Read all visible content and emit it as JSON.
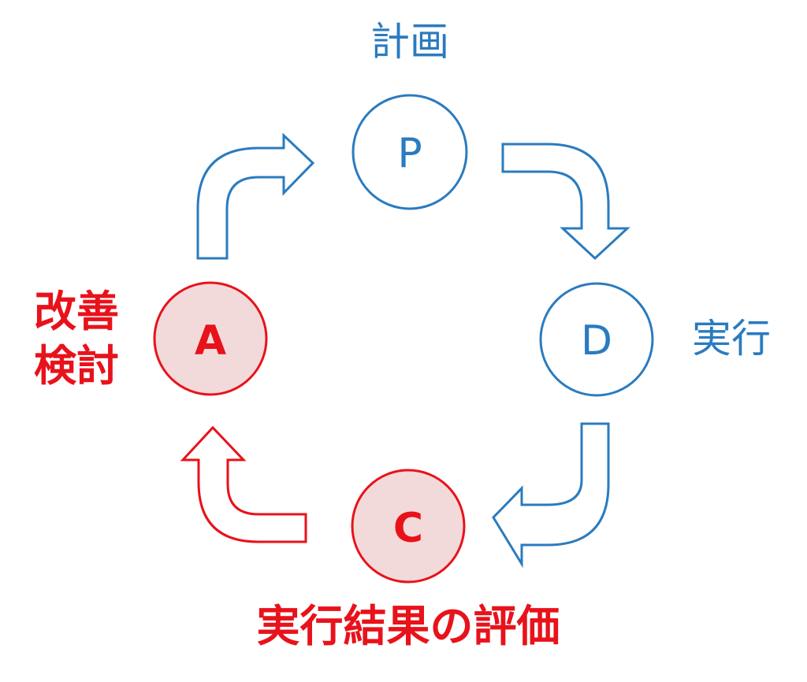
{
  "colors": {
    "blue": "#2a7bbf",
    "red": "#e8121b",
    "red_fill": "#f3dada",
    "white": "#ffffff"
  },
  "cycle": {
    "plan": {
      "letter": "P",
      "label": "計画"
    },
    "do": {
      "letter": "D",
      "label": "実行"
    },
    "check": {
      "letter": "C",
      "label": "実行結果の評価"
    },
    "act": {
      "letter": "A",
      "label_line1": "改善",
      "label_line2": "検討"
    }
  }
}
